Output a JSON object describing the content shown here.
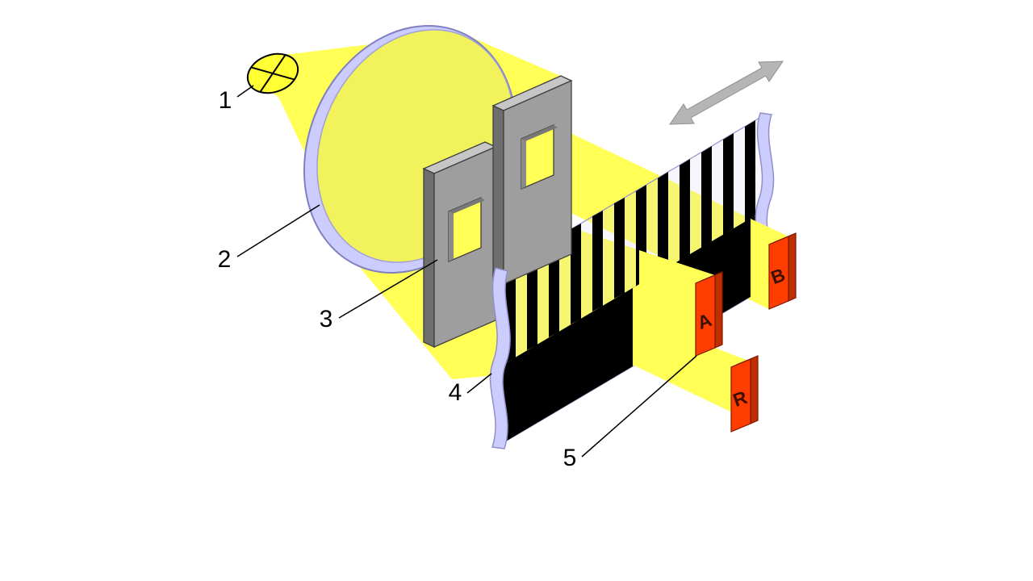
{
  "callouts": {
    "light_source": "1",
    "lens": "2",
    "mask": "3",
    "code_strip": "4",
    "photodetector": "5"
  },
  "photodetectors": {
    "channel_a": "A",
    "channel_b": "B",
    "reference": "R"
  },
  "colors": {
    "light_yellow": "#ffff55",
    "lens_face_yellow": "#f2f25c",
    "lavender": "#ccccff",
    "lavender_edge": "#8585c8",
    "mask_front": "#9e9e9e",
    "mask_top": "#c6c6c6",
    "mask_side": "#6e6e6e",
    "stripe_black": "#000000",
    "detector_front": "#ff3d00",
    "detector_top": "#ff8a54",
    "detector_side": "#bd2e00",
    "arrow_gray": "#b5b5b5"
  }
}
